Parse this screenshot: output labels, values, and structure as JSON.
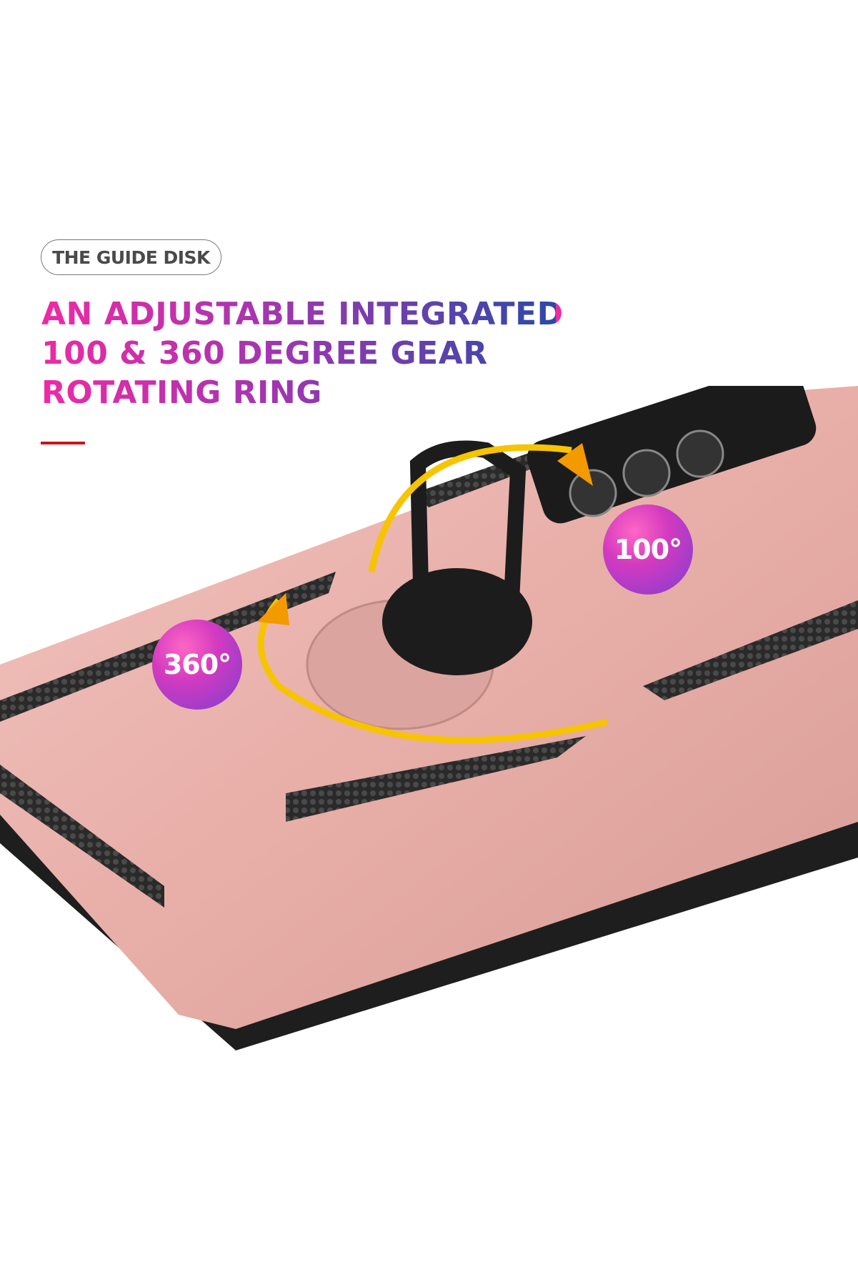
{
  "label_pill": "THE GUIDE DISK",
  "headline": [
    "AN ADJUSTABLE INTEGRATED",
    "100 & 360 DEGREE GEAR",
    "ROTATING RING"
  ],
  "badges": {
    "left": "360°",
    "right": "100°"
  },
  "colors": {
    "case": "#e9b3ad",
    "accent_red": "#c8161d",
    "gradient_start": "#ee2aa6",
    "gradient_end": "#2c4aa8",
    "arrow": "#f6c400"
  }
}
